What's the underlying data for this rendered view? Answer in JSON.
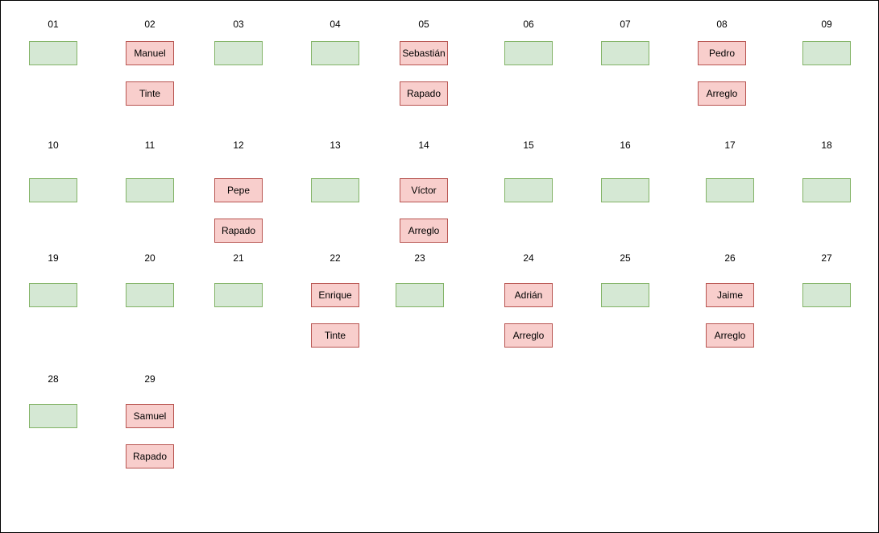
{
  "colors": {
    "free_fill": "#d5e8d4",
    "free_border": "#82b366",
    "booked_fill": "#f8cecc",
    "booked_border": "#b85450"
  },
  "days": [
    {
      "day": "01",
      "status": "free"
    },
    {
      "day": "02",
      "status": "booked",
      "name": "Manuel",
      "service": "Tinte"
    },
    {
      "day": "03",
      "status": "free"
    },
    {
      "day": "04",
      "status": "free"
    },
    {
      "day": "05",
      "status": "booked",
      "name": "Sebastián",
      "service": "Rapado"
    },
    {
      "day": "06",
      "status": "free"
    },
    {
      "day": "07",
      "status": "free"
    },
    {
      "day": "08",
      "status": "booked",
      "name": "Pedro",
      "service": "Arreglo"
    },
    {
      "day": "09",
      "status": "free"
    },
    {
      "day": "10",
      "status": "free"
    },
    {
      "day": "11",
      "status": "free"
    },
    {
      "day": "12",
      "status": "booked",
      "name": "Pepe",
      "service": "Rapado"
    },
    {
      "day": "13",
      "status": "free"
    },
    {
      "day": "14",
      "status": "booked",
      "name": "Víctor",
      "service": "Arreglo"
    },
    {
      "day": "15",
      "status": "free"
    },
    {
      "day": "16",
      "status": "free"
    },
    {
      "day": "17",
      "status": "free"
    },
    {
      "day": "18",
      "status": "free"
    },
    {
      "day": "19",
      "status": "free"
    },
    {
      "day": "20",
      "status": "free"
    },
    {
      "day": "21",
      "status": "free"
    },
    {
      "day": "22",
      "status": "booked",
      "name": "Enrique",
      "service": "Tinte"
    },
    {
      "day": "23",
      "status": "free"
    },
    {
      "day": "24",
      "status": "booked",
      "name": "Adrián",
      "service": "Arreglo"
    },
    {
      "day": "25",
      "status": "free"
    },
    {
      "day": "26",
      "status": "booked",
      "name": "Jaime",
      "service": "Arreglo"
    },
    {
      "day": "27",
      "status": "free"
    },
    {
      "day": "28",
      "status": "free"
    },
    {
      "day": "29",
      "status": "booked",
      "name": "Samuel",
      "service": "Rapado"
    }
  ]
}
